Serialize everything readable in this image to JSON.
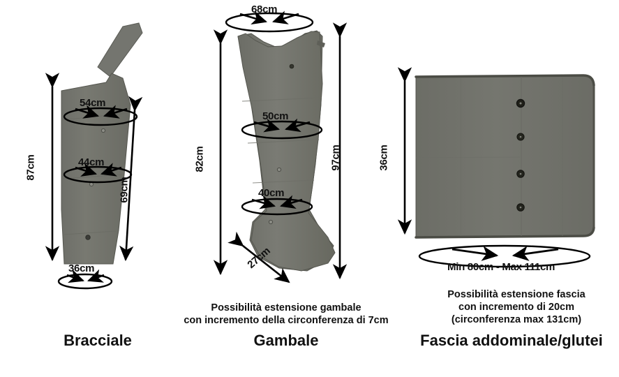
{
  "products": [
    {
      "id": "bracciale",
      "title": "Bracciale",
      "caption": [],
      "dimensions": {
        "top_circumference": "54cm",
        "mid_circumference": "44cm",
        "bottom_circumference": "36cm",
        "full_length": "87cm",
        "inner_length": "69cm"
      }
    },
    {
      "id": "gambale",
      "title": "Gambale",
      "caption": [
        "Possibilità estensione gambale",
        "con incremento della circonferenza di 7cm"
      ],
      "dimensions": {
        "top_circumference": "68cm",
        "mid_circumference": "50cm",
        "lower_circumference": "40cm",
        "left_length": "82cm",
        "right_length": "97cm",
        "foot_length": "27cm"
      }
    },
    {
      "id": "fascia",
      "title": "Fascia addominale/glutei",
      "caption": [
        "Possibilità estensione fascia",
        "con incremento di 20cm",
        "(circonferenza max 131cm)"
      ],
      "dimensions": {
        "height": "36cm",
        "circumference_range": "Min 80cm - Max 111cm"
      }
    }
  ],
  "colors": {
    "fabric": "#74756f",
    "fabric_shadow": "#5f6059",
    "fabric_light": "#7d7e77",
    "outline": "#000000",
    "background": "#ffffff",
    "text": "#111111"
  }
}
